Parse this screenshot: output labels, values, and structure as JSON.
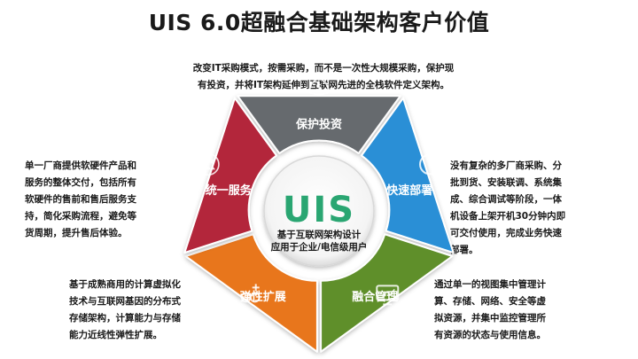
{
  "title": "UIS 6.0超融合基础架构客户价值",
  "center": {
    "logo": "UIS",
    "line1": "基于互联网架构设计",
    "line2": "应用于企业/电信级用户"
  },
  "segments": [
    {
      "label": "保护投资",
      "color": "#666a6e",
      "icon": "money-bag-icon"
    },
    {
      "label": "快速部署",
      "color": "#2b8fd6",
      "icon": "clock-icon"
    },
    {
      "label": "融合管理",
      "color": "#5e8f2c",
      "icon": "monitor-icon"
    },
    {
      "label": "弹性扩展",
      "color": "#e8761c",
      "icon": "chain-plus-icon"
    },
    {
      "label": "统一服务",
      "color": "#b3253a",
      "icon": "people-icon"
    }
  ],
  "descriptions": {
    "top": [
      "改变IT采购模式，按需采购，而不是一次性大规模采购，保护现",
      "有投资，并将IT架构延伸到互联网先进的全栈软件定义架构。"
    ],
    "left_top": [
      "单一厂商提供软硬件产品和",
      "服务的整体交付，包括所有",
      "软硬件的售前和售后服务支",
      "持，简化采购流程，避免等",
      "货周期，提升售后体验。"
    ],
    "right_top": [
      "没有复杂的多厂商采购、分",
      "批到货、安装联调、系统集",
      "成、综合调试等阶段，一体",
      "机设备上架开机30分钟内即",
      "可交付使用，完成业务快速",
      "部署。"
    ],
    "left_bottom": [
      "基于成熟商用的计算虚拟化",
      "技术与互联网基因的分布式",
      "存储架构，计算能力与存储",
      "能力近线性弹性扩展。"
    ],
    "right_bottom": [
      "通过单一的视图集中管理计",
      "算、存储、网络、安全等虚",
      "拟资源，并集中监控管理所",
      "有资源的状态与使用信息。"
    ]
  }
}
